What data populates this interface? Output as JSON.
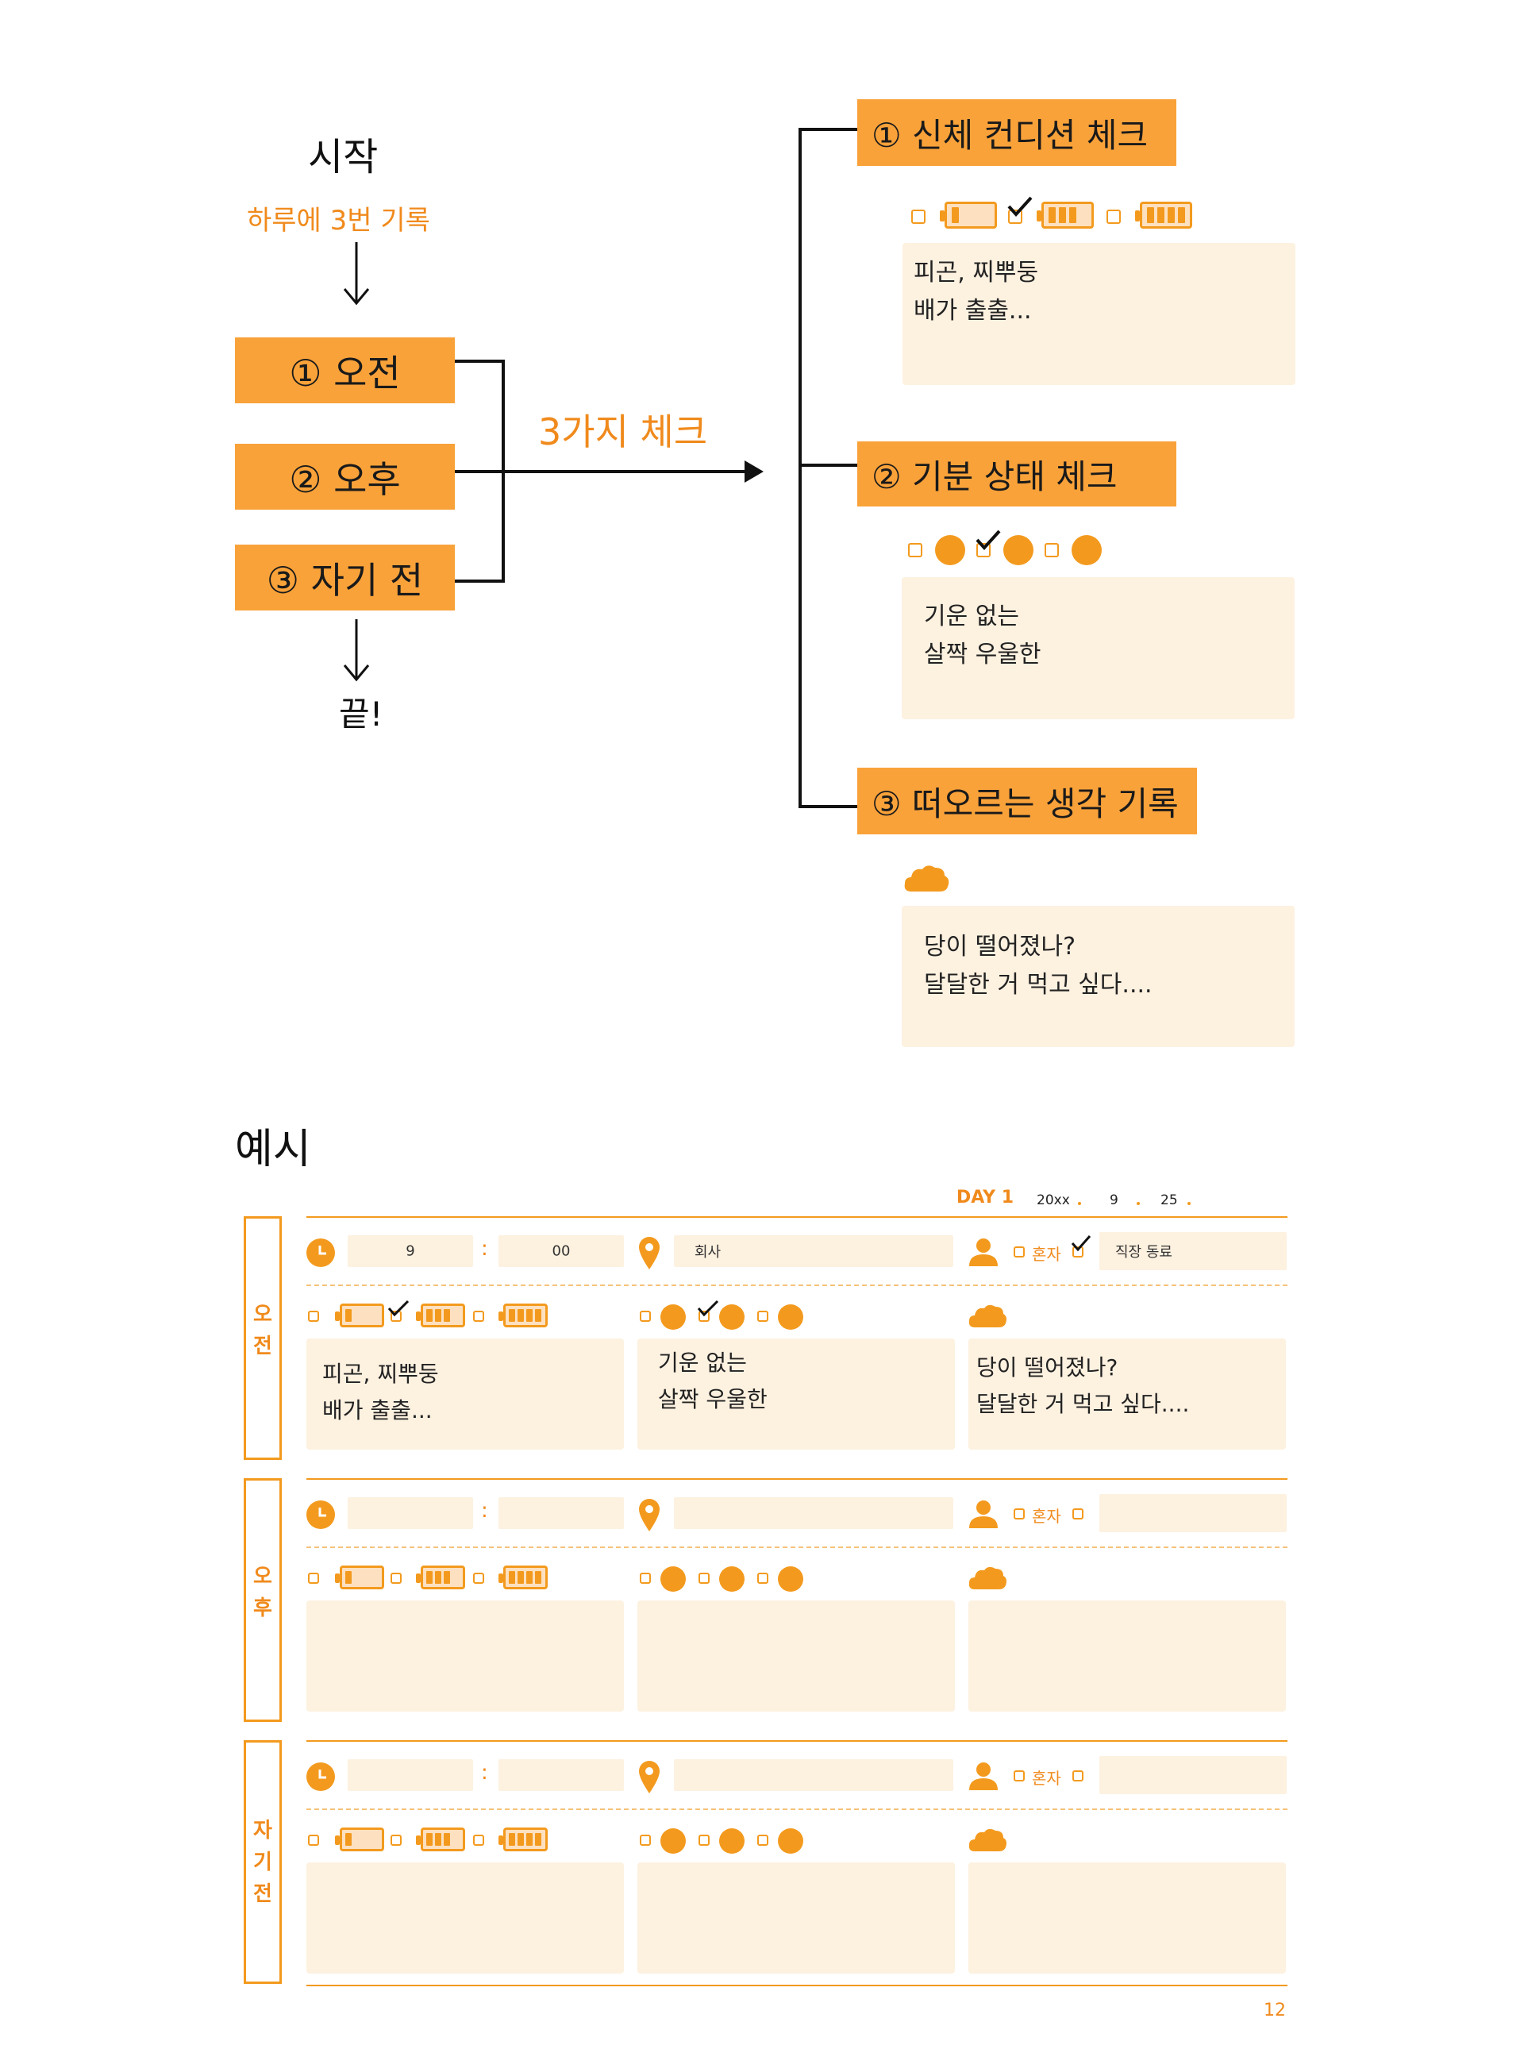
{
  "flow": {
    "start": "시작",
    "subtitle": "하루에 3번 기록",
    "steps": [
      "① 오전",
      "② 오후",
      "③ 자기 전"
    ],
    "end": "끝!",
    "arrow_label": "3가지 체크"
  },
  "checks": {
    "physical": {
      "title": "① 신체 컨디션 체크",
      "note_lines": [
        "피곤, 찌뿌둥",
        "배가 출출..."
      ]
    },
    "mood": {
      "title": "② 기분 상태 체크",
      "note_lines": [
        "기운 없는",
        "살짝 우울한"
      ]
    },
    "thought": {
      "title": "③ 떠오르는 생각 기록",
      "note_lines": [
        "당이 떨어졌나?",
        "달달한 거 먹고 싶다...."
      ]
    }
  },
  "example": {
    "heading": "예시",
    "day_label": "DAY 1",
    "date": {
      "year": "20xx",
      "month": "9",
      "day": "25"
    },
    "sections": [
      {
        "label_chars": [
          "오",
          "전"
        ],
        "hour": "9",
        "minute": "00",
        "place": "회사",
        "alone_label": "혼자",
        "companion": "직장 동료",
        "physical_lines": [
          "피곤, 찌뿌둥",
          "배가 출출..."
        ],
        "mood_lines": [
          "기운 없는",
          "살짝 우울한"
        ],
        "thought_lines": [
          "당이 떨어졌나?",
          "달달한 거 먹고 싶다...."
        ]
      },
      {
        "label_chars": [
          "오",
          "후"
        ],
        "alone_label": "혼자"
      },
      {
        "label_chars": [
          "자",
          "기",
          "전"
        ],
        "alone_label": "혼자"
      }
    ]
  },
  "colon": ":",
  "page_number": "12",
  "colors": {
    "accent": "#f9a23a",
    "note_bg": "#fdf1e0",
    "battery": "#f39a1e"
  }
}
